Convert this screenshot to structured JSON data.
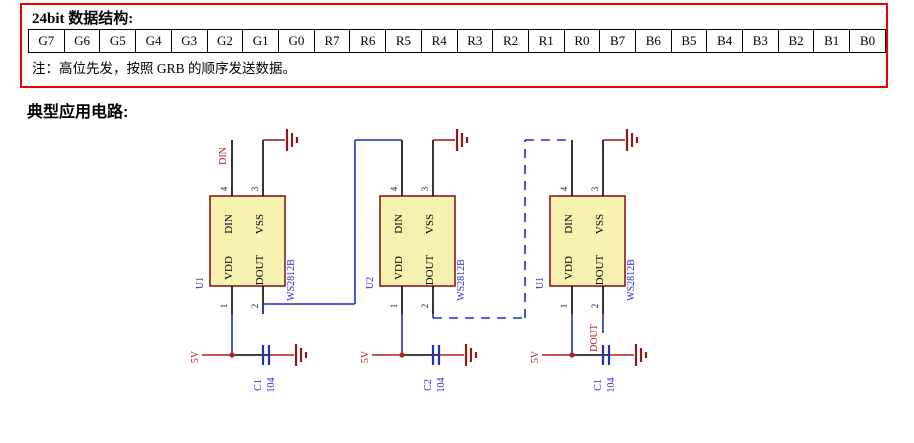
{
  "data_structure": {
    "title": "24bit 数据结构:",
    "bits": [
      "G7",
      "G6",
      "G5",
      "G4",
      "G3",
      "G2",
      "G1",
      "G0",
      "R7",
      "R6",
      "R5",
      "R4",
      "R3",
      "R2",
      "R1",
      "R0",
      "B7",
      "B6",
      "B5",
      "B4",
      "B3",
      "B2",
      "B1",
      "B0"
    ],
    "note": "注：高位先发，按照 GRB 的顺序发送数据。",
    "border_color": "#ee0000"
  },
  "application_circuit": {
    "heading": "典型应用电路:",
    "colors": {
      "ic_fill": "#f7f2b0",
      "ic_border": "#8b1a1a",
      "wire_black": "#000000",
      "wire_blue": "#1f2fbf",
      "label_blue": "#2a2ad0",
      "label_red": "#b22222",
      "ground": "#8b1a1a"
    },
    "ics": [
      {
        "designator": "U1",
        "part": "WS2812B",
        "pins": {
          "din": {
            "name": "DIN",
            "number": "4"
          },
          "vss": {
            "name": "VSS",
            "number": "3"
          },
          "vdd": {
            "name": "VDD",
            "number": "1"
          },
          "dout": {
            "name": "DOUT",
            "number": "2"
          }
        },
        "input_label": "DIN",
        "output_label": "",
        "supply_label": "5V",
        "capacitor": {
          "designator": "C1",
          "value": "104"
        }
      },
      {
        "designator": "U2",
        "part": "WS2812B",
        "pins": {
          "din": {
            "name": "DIN",
            "number": "4"
          },
          "vss": {
            "name": "VSS",
            "number": "3"
          },
          "vdd": {
            "name": "VDD",
            "number": "1"
          },
          "dout": {
            "name": "DOUT",
            "number": "2"
          }
        },
        "input_label": "",
        "output_label": "",
        "supply_label": "5V",
        "capacitor": {
          "designator": "C2",
          "value": "104"
        }
      },
      {
        "designator": "U1",
        "part": "WS2812B",
        "pins": {
          "din": {
            "name": "DIN",
            "number": "4"
          },
          "vss": {
            "name": "VSS",
            "number": "3"
          },
          "vdd": {
            "name": "VDD",
            "number": "1"
          },
          "dout": {
            "name": "DOUT",
            "number": "2"
          }
        },
        "input_label": "",
        "output_label": "DOUT",
        "supply_label": "5V",
        "capacitor": {
          "designator": "C1",
          "value": "104"
        }
      }
    ]
  }
}
